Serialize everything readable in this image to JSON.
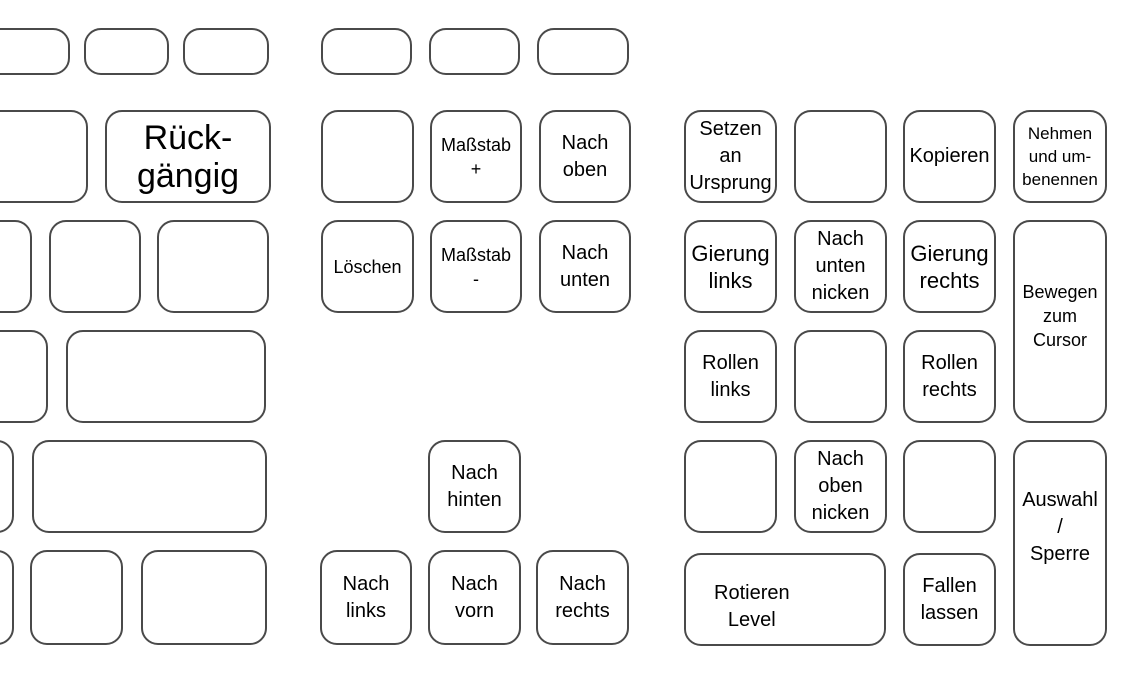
{
  "keys": {
    "undo": "Rück-\ngängig",
    "scale_up": "Maßstab\n+",
    "move_up": "Nach\noben",
    "set_origin": "Setzen\nan\nUrsprung",
    "copy": "Kopieren",
    "take_rename": "Nehmen\nund um-\nbenennen",
    "delete": "Löschen",
    "scale_down": "Maßstab\n-",
    "move_down": "Nach\nunten",
    "yaw_left": "Gierung\nlinks",
    "pitch_down": "Nach\nunten\nnicken",
    "yaw_right": "Gierung\nrechts",
    "move_to_cursor": "Bewegen\nzum\nCursor",
    "roll_left": "Rollen\nlinks",
    "roll_right": "Rollen\nrechts",
    "move_back": "Nach\nhinten",
    "pitch_up": "Nach\noben\nnicken",
    "select_lock": "Auswahl\n/\nSperre",
    "move_left": "Nach\nlinks",
    "move_forward": "Nach\nvorn",
    "move_right": "Nach\nrechts",
    "rotate_level": "Rotieren\nLevel",
    "drop": "Fallen\nlassen"
  }
}
